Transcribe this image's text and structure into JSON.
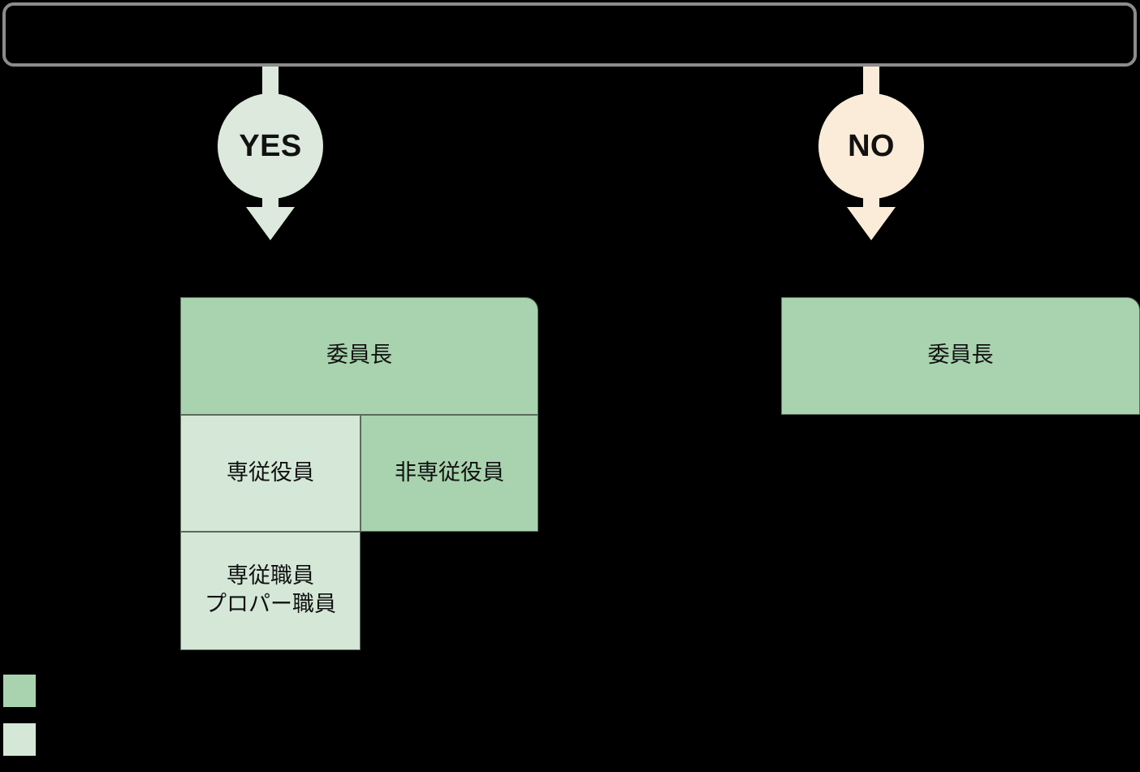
{
  "decision": {
    "question": ""
  },
  "branches": [
    {
      "key": "yes",
      "label": "YES",
      "bubble_color": "#dde9dd"
    },
    {
      "key": "no",
      "label": "NO",
      "bubble_color": "#faecd9"
    }
  ],
  "groups": {
    "yes": {
      "cells": [
        {
          "label": "委員長",
          "tone": "dark"
        },
        {
          "label": "専従役員",
          "tone": "light"
        },
        {
          "label": "非専従役員",
          "tone": "dark"
        },
        {
          "label": "専従職員\nプロパー職員",
          "tone": "light"
        }
      ]
    },
    "no": {
      "cells": [
        {
          "label": "委員長",
          "tone": "dark"
        }
      ]
    }
  },
  "legend": {
    "items": [
      {
        "tone": "dark",
        "swatch_color": "#a8d3ae",
        "label": ""
      },
      {
        "tone": "light",
        "swatch_color": "#d5e8d8",
        "label": ""
      }
    ]
  },
  "palette": {
    "background": "#000000",
    "box_border": "#8c8c8c",
    "cell_border": "#5a6b5c",
    "green_dark": "#a8d3ae",
    "green_light": "#d5e8d8",
    "yes_bubble": "#dde9dd",
    "no_bubble": "#faecd9",
    "text": "#111111"
  }
}
